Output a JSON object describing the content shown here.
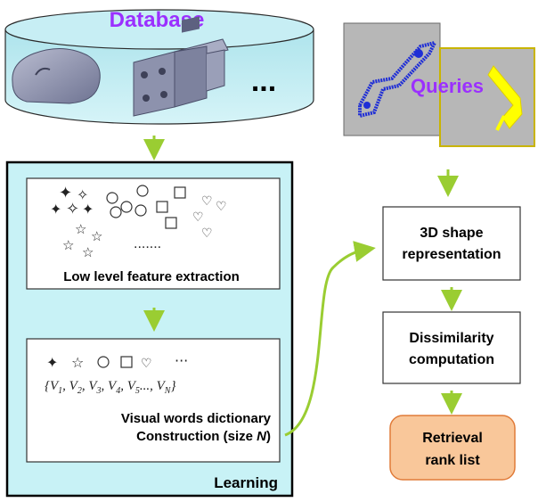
{
  "database": {
    "title": "Database",
    "ellipsis": "..."
  },
  "queries": {
    "title": "Queries"
  },
  "learning": {
    "label": "Learning",
    "low_level": {
      "caption": "Low level feature extraction",
      "dots": "......."
    },
    "dictionary": {
      "symbols_more": "···",
      "line1": "Visual words dictionary",
      "line2_prefix": "Construction (size ",
      "line2_var": "N",
      "line2_suffix": ")",
      "vector": {
        "open": "{",
        "v_sym": "V",
        "subscripts": [
          "1",
          "2",
          "3",
          "4",
          "5",
          "N"
        ],
        "sep": ",",
        "dots": "...,",
        "close": "}"
      }
    }
  },
  "pipeline": {
    "shape_rep": [
      "3D shape",
      "representation"
    ],
    "dissimilarity": [
      "Dissimilarity",
      "computation"
    ],
    "retrieval": [
      "Retrieval",
      "rank list"
    ]
  },
  "colors": {
    "accent_title": "#9b30ff",
    "arrow_green": "#9acd32",
    "cylinder_fill": "#c3eef4",
    "learning_fill": "#c8f2f6",
    "retrieval_fill": "#f9c79a",
    "retrieval_stroke": "#e07b39",
    "model_fill": "#9297b3",
    "query_bg": "#b7b7b7",
    "query_blue": "#1f2ed6",
    "query_yellow": "#ffff00"
  }
}
